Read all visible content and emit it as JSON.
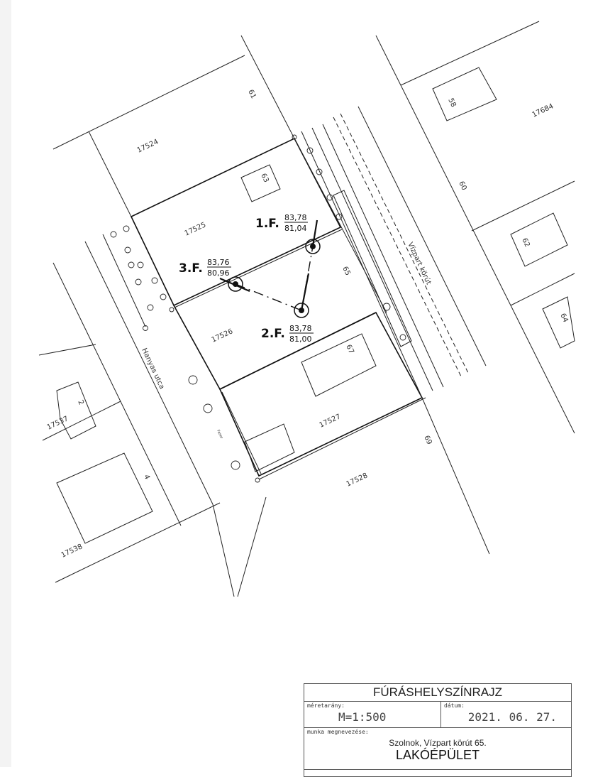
{
  "drawing": {
    "parcels": [
      "17524",
      "17525",
      "17526",
      "17527",
      "17528",
      "17537",
      "17538",
      "17684"
    ],
    "house_numbers": [
      "61",
      "63",
      "65",
      "67",
      "69",
      "58",
      "60",
      "62",
      "64",
      "2",
      "4"
    ],
    "streets": [
      "Hanyas utca",
      "Vízpart körút"
    ],
    "tree_row_label": "Fasor",
    "boreholes": [
      {
        "id": "1.F.",
        "top": "83,78",
        "bottom": "81,04"
      },
      {
        "id": "2.F.",
        "top": "83,78",
        "bottom": "81,00"
      },
      {
        "id": "3.F.",
        "top": "83,76",
        "bottom": "80,96"
      }
    ]
  },
  "title_block": {
    "title": "FÚRÁSHELYSZÍNRAJZ",
    "scale_label": "méretarány:",
    "scale": "M=1:500",
    "date_label": "dátum:",
    "date": "2021. 06. 27.",
    "work_label": "munka megnevezése:",
    "address": "Szolnok, Vízpart körút 65.",
    "building": "LAKÓÉPÜLET"
  }
}
